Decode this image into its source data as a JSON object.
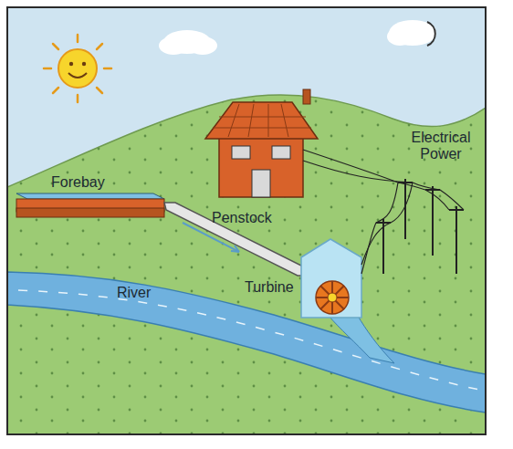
{
  "diagram": {
    "labels": [
      "Forebay",
      "Penstock",
      "Turbine",
      "River",
      "Electrical Power"
    ]
  }
}
